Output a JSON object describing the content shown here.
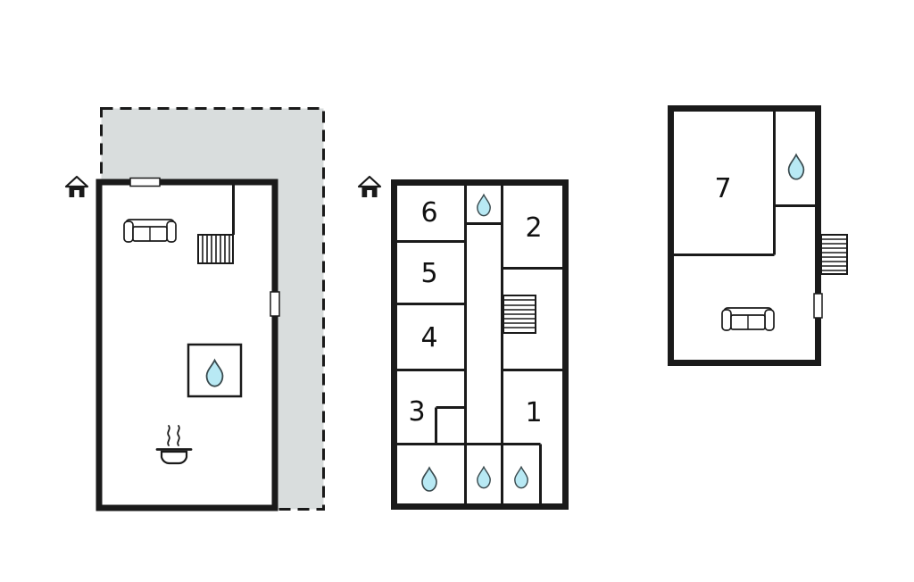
{
  "colors": {
    "wall": "#1a1a1a",
    "terrace": "#d9dddd",
    "drop_fill": "#b8e9f4",
    "drop_stroke": "#3a4a4e",
    "label": "#111111"
  },
  "rooms": {
    "r1": "1",
    "r2": "2",
    "r3": "3",
    "r4": "4",
    "r5": "5",
    "r6": "6",
    "r7": "7"
  },
  "icons": {
    "entrance": "house-entrance-icon",
    "bathroom": "water-drop-icon",
    "stairs": "stairs-icon",
    "sofa": "sofa-icon",
    "kitchen": "cooking-pot-icon",
    "door": "door-marker",
    "window": "window-marker"
  }
}
